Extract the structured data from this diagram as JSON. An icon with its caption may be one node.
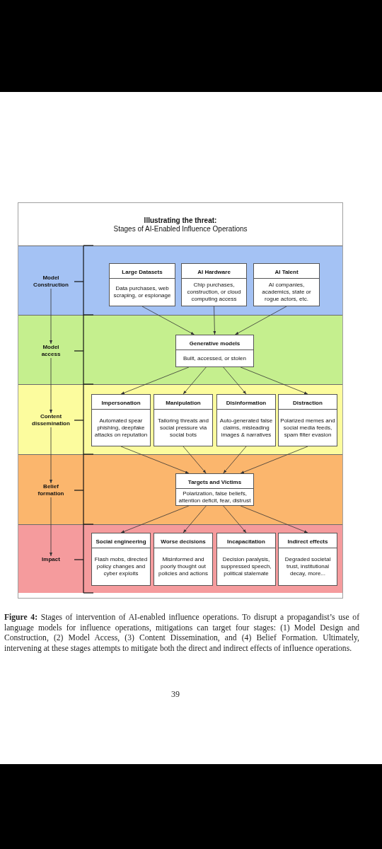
{
  "diagram": {
    "title": "**Illustrating the threat:** Stages of AI-Enabled Influence Operations",
    "nodes": [
      {
        "text": [],
        "shape": "band"
      },
      {
        "text": [
          "Model Construction"
        ],
        "in": 0
      },
      {
        "text": [
          "Large Datasets",
          "Data purchases, web scraping, or espionage"
        ],
        "in": 0
      },
      {
        "text": [
          "AI Hardware",
          "Chip purchases, construction, or cloud computing access"
        ],
        "in": 0
      },
      {
        "text": [
          "AI Talent",
          "AI companies, academics, state or rogue actors, etc."
        ],
        "in": 0
      },
      {
        "text": [],
        "shape": "band"
      },
      {
        "text": [
          "Model access"
        ],
        "in": 5
      },
      {
        "text": [
          "Generative models",
          "Built, accessed, or stolen"
        ],
        "in": 5
      },
      {
        "text": [],
        "shape": "band"
      },
      {
        "text": [
          "Content dissemination"
        ],
        "in": 8
      },
      {
        "text": [
          "Impersonation",
          "Automated spear phishing, deepfake attacks on reputation"
        ],
        "in": 8
      },
      {
        "text": [
          "Manipulation",
          "Tailoring threats and social pressure via social bots"
        ],
        "in": 8
      },
      {
        "text": [
          "Disinformation",
          "Auto-generated false claims, misleading images & narratives"
        ],
        "in": 8
      },
      {
        "text": [
          "Distraction",
          "Polarized memes and social media feeds, spam filter evasion"
        ],
        "in": 8
      },
      {
        "text": [],
        "shape": "band"
      },
      {
        "text": [
          "Belief formation"
        ],
        "in": 14
      },
      {
        "text": [
          "Targets and Victims",
          "Polarization, false beliefs, attention deficit, fear, distrust"
        ],
        "in": 14
      },
      {
        "text": [],
        "shape": "band"
      },
      {
        "text": [
          "Impact"
        ],
        "in": 17
      },
      {
        "text": [
          "Social engineering",
          "Flash mobs, directed policy changes and cyber exploits"
        ],
        "in": 17
      },
      {
        "text": [
          "Worse decisions",
          "Misinformed and poorly thought out policies and actions"
        ],
        "in": 17
      },
      {
        "text": [
          "Incapacitation",
          "Decision paralysis, suppressed speech, political stalemate"
        ],
        "in": 17
      },
      {
        "text": [
          "Indirect effects",
          "Degraded societal trust, institutional decay, more..."
        ],
        "in": 17
      }
    ],
    "edges": [
      {
        "from": 1,
        "to": 6,
        "arrow": "to"
      },
      {
        "from": 6,
        "to": 9,
        "arrow": "to"
      },
      {
        "from": 9,
        "to": 15,
        "arrow": "to"
      },
      {
        "from": 15,
        "to": 18,
        "arrow": "to"
      },
      {
        "from": 2,
        "to": 7,
        "arrow": "to"
      },
      {
        "from": 3,
        "to": 7,
        "arrow": "to"
      },
      {
        "from": 4,
        "to": 7,
        "arrow": "to"
      },
      {
        "from": 7,
        "to": 10,
        "arrow": "to"
      },
      {
        "from": 7,
        "to": 11,
        "arrow": "to"
      },
      {
        "from": 7,
        "to": 12,
        "arrow": "to"
      },
      {
        "from": 7,
        "to": 13,
        "arrow": "to"
      },
      {
        "from": 10,
        "to": 16,
        "arrow": "to"
      },
      {
        "from": 11,
        "to": 16,
        "arrow": "to"
      },
      {
        "from": 12,
        "to": 16,
        "arrow": "to"
      },
      {
        "from": 13,
        "to": 16,
        "arrow": "to"
      },
      {
        "from": 16,
        "to": 19,
        "arrow": "to"
      },
      {
        "from": 16,
        "to": 20,
        "arrow": "to"
      },
      {
        "from": 16,
        "to": 21,
        "arrow": "to"
      },
      {
        "from": 16,
        "to": 22,
        "arrow": "to"
      }
    ],
    "labels": [
      "39"
    ],
    "caption": "**Figure 4:** Stages of intervention of AI-enabled influence operations. To disrupt a propagandist’s use of language models for influence operations, mitigations can target four stages: (1) Model Design and Construction, (2) Model Access, (3) Content Dissemination, and (4) Belief Formation. Ultimately, intervening at these stages attempts to mitigate both the direct and indirect effects of influence operations."
  }
}
